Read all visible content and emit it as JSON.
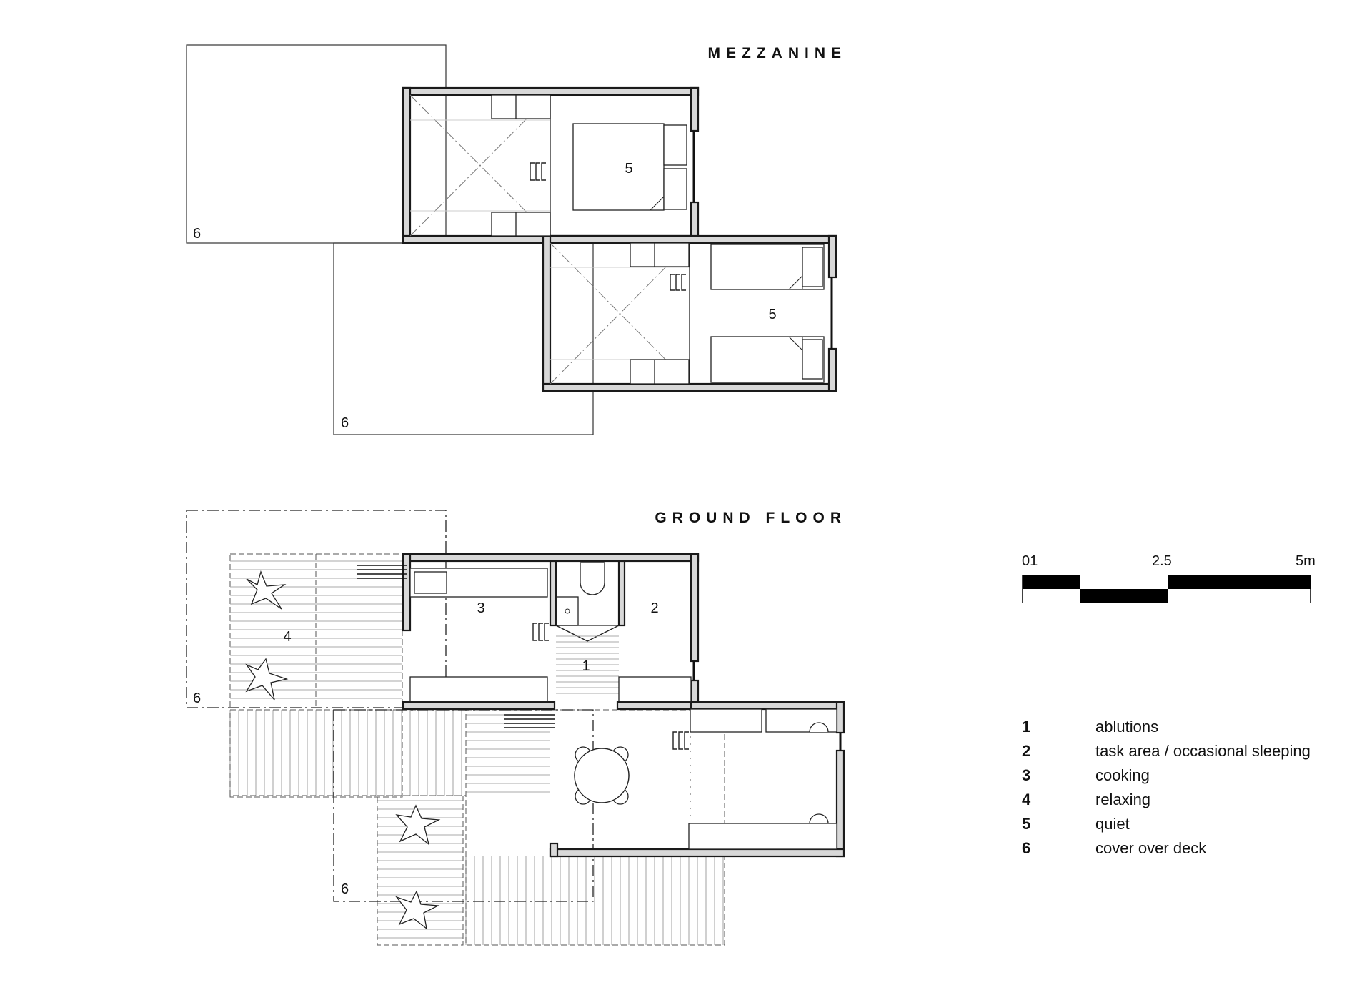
{
  "titles": {
    "mezzanine": "MEZZANINE",
    "ground": "GROUND FLOOR"
  },
  "room_labels": {
    "mezz_quiet_a": "5",
    "mezz_quiet_b": "5",
    "mezz_cover_a": "6",
    "mezz_cover_b": "6",
    "gf_ablutions": "1",
    "gf_task": "2",
    "gf_cooking": "3",
    "gf_relaxing": "4",
    "gf_cover_a": "6",
    "gf_cover_b": "6"
  },
  "scale_bar": {
    "labels": [
      "01",
      "2.5",
      "5m"
    ]
  },
  "legend": [
    {
      "num": "1",
      "text": "ablutions"
    },
    {
      "num": "2",
      "text": "task area / occasional sleeping"
    },
    {
      "num": "3",
      "text": "cooking"
    },
    {
      "num": "4",
      "text": "relaxing"
    },
    {
      "num": "5",
      "text": "quiet"
    },
    {
      "num": "6",
      "text": "cover over deck"
    }
  ],
  "colors": {
    "wall_fill": "#d8d8d8",
    "line": "#1a1a1a",
    "scale_fill": "#000000"
  }
}
